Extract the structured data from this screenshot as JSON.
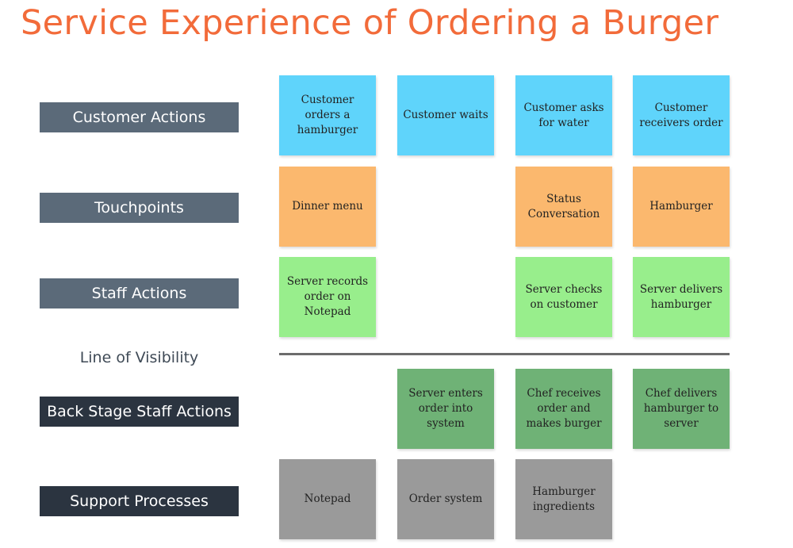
{
  "title": "Service Experience of Ordering a Burger",
  "colors": {
    "title": "#f26b3a",
    "customer_actions": "#5fd4fb",
    "touchpoints": "#fbb86e",
    "staff_actions": "#98ee8c",
    "back_stage": "#6fb276",
    "support": "#9a9a9a",
    "label_front": "#5b6a79",
    "label_back": "#2b3440"
  },
  "rows": {
    "customer_actions": {
      "label": "Customer Actions",
      "notes": [
        "Customer orders a hamburger",
        "Customer waits",
        "Customer asks for water",
        "Customer receivers order"
      ]
    },
    "touchpoints": {
      "label": "Touchpoints",
      "notes": [
        "Dinner menu",
        "Status Conversation",
        "Hamburger"
      ]
    },
    "staff_actions": {
      "label": "Staff Actions",
      "notes": [
        "Server records order on Notepad",
        "Server checks on customer",
        "Server delivers hamburger"
      ]
    },
    "line_of_visibility": "Line of Visibility",
    "back_stage": {
      "label": "Back Stage Staff Actions",
      "notes": [
        "Server enters order into system",
        "Chef receives order and makes burger",
        "Chef delivers hamburger to server"
      ]
    },
    "support": {
      "label": "Support Processes",
      "notes": [
        "Notepad",
        "Order system",
        "Hamburger ingredients"
      ]
    }
  }
}
